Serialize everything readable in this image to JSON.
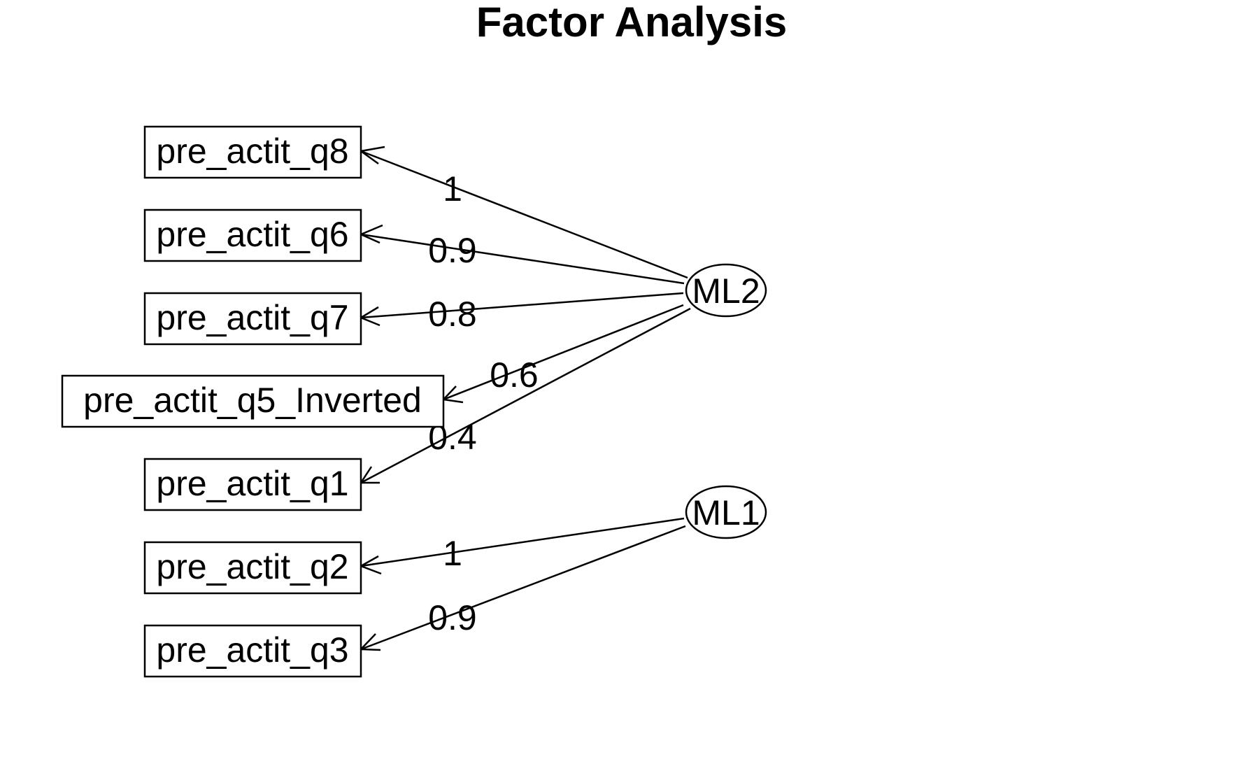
{
  "title": "Factor Analysis",
  "factors": [
    {
      "id": "ML2",
      "label": "ML2"
    },
    {
      "id": "ML1",
      "label": "ML1"
    }
  ],
  "observed": [
    {
      "id": "q8",
      "label": "pre_actit_q8"
    },
    {
      "id": "q6",
      "label": "pre_actit_q6"
    },
    {
      "id": "q7",
      "label": "pre_actit_q7"
    },
    {
      "id": "q5inv",
      "label": "pre_actit_q5_Inverted"
    },
    {
      "id": "q1",
      "label": "pre_actit_q1"
    },
    {
      "id": "q2",
      "label": "pre_actit_q2"
    },
    {
      "id": "q3",
      "label": "pre_actit_q3"
    }
  ],
  "loadings": [
    {
      "from": "ML2",
      "to": "q8",
      "label": "1"
    },
    {
      "from": "ML2",
      "to": "q6",
      "label": "0.9"
    },
    {
      "from": "ML2",
      "to": "q7",
      "label": "0.8"
    },
    {
      "from": "ML2",
      "to": "q5inv",
      "label": "0.6"
    },
    {
      "from": "ML2",
      "to": "q1",
      "label": "0.4"
    },
    {
      "from": "ML1",
      "to": "q2",
      "label": "1"
    },
    {
      "from": "ML1",
      "to": "q3",
      "label": "0.9"
    }
  ],
  "colors": {
    "line": "#000000",
    "background": "#ffffff"
  }
}
